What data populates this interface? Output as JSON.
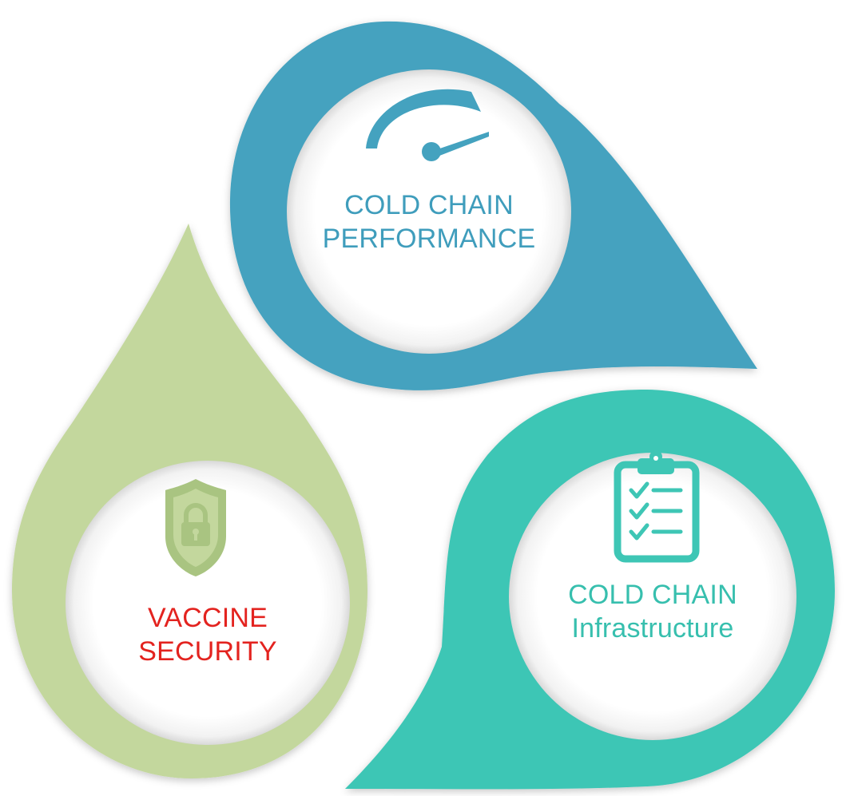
{
  "colors": {
    "blue": "#44a2bf",
    "green": "#c3d79d",
    "teal": "#3ec6b5",
    "red": "#e3231f",
    "disc": "#ffffff",
    "disc_shadow": "#d6d6d6"
  },
  "nodes": [
    {
      "id": "performance",
      "icon": "speedometer-icon",
      "lines": [
        "COLD CHAIN",
        "PERFORMANCE"
      ],
      "text_color": "#3f9dbc"
    },
    {
      "id": "security",
      "icon": "shield-lock-icon",
      "lines": [
        "VACCINE",
        "SECURITY"
      ],
      "text_color": "#e3231f"
    },
    {
      "id": "infrastructure",
      "icon": "clipboard-checklist-icon",
      "lines": [
        "COLD CHAIN",
        "Infrastructure"
      ],
      "text_color": "#37bfae"
    }
  ]
}
